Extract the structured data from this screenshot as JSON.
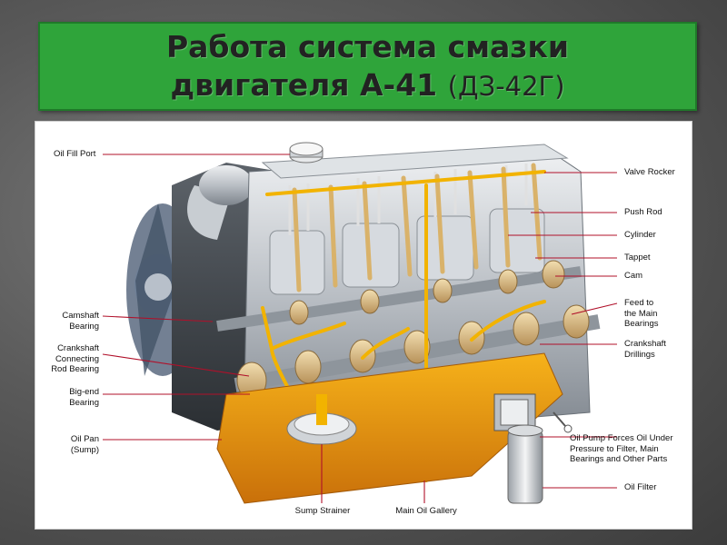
{
  "slide": {
    "title_line1": "Работа система смазки",
    "title_line2_main": "двигателя А-41",
    "title_line2_sub": "(ДЗ-42Г)"
  },
  "labels": {
    "oil_fill_port": "Oil Fill Port",
    "valve_rocker": "Valve Rocker",
    "push_rod": "Push Rod",
    "cylinder": "Cylinder",
    "tappet": "Tappet",
    "cam": "Cam",
    "feed_main_bearings": "Feed to\nthe Main\nBearings",
    "crankshaft_drillings": "Crankshaft\nDrillings",
    "camshaft_bearing": "Camshaft\nBearing",
    "crankshaft_rod_bearing": "Crankshaft\nConnecting\nRod Bearing",
    "big_end_bearing": "Big-end\nBearing",
    "oil_pan": "Oil Pan\n(Sump)",
    "sump_strainer": "Sump Strainer",
    "main_oil_gallery": "Main Oil Gallery",
    "oil_pump": "Oil Pump Forces Oil Under\nPressure to Filter, Main\nBearings and Other Parts",
    "oil_filter": "Oil Filter"
  },
  "colors": {
    "title_bg": "#2fa43a",
    "oil": "#f2b300",
    "leader": "#b0102a",
    "engine_metal": "#c9cdd1",
    "sump": "#e89a0c"
  }
}
